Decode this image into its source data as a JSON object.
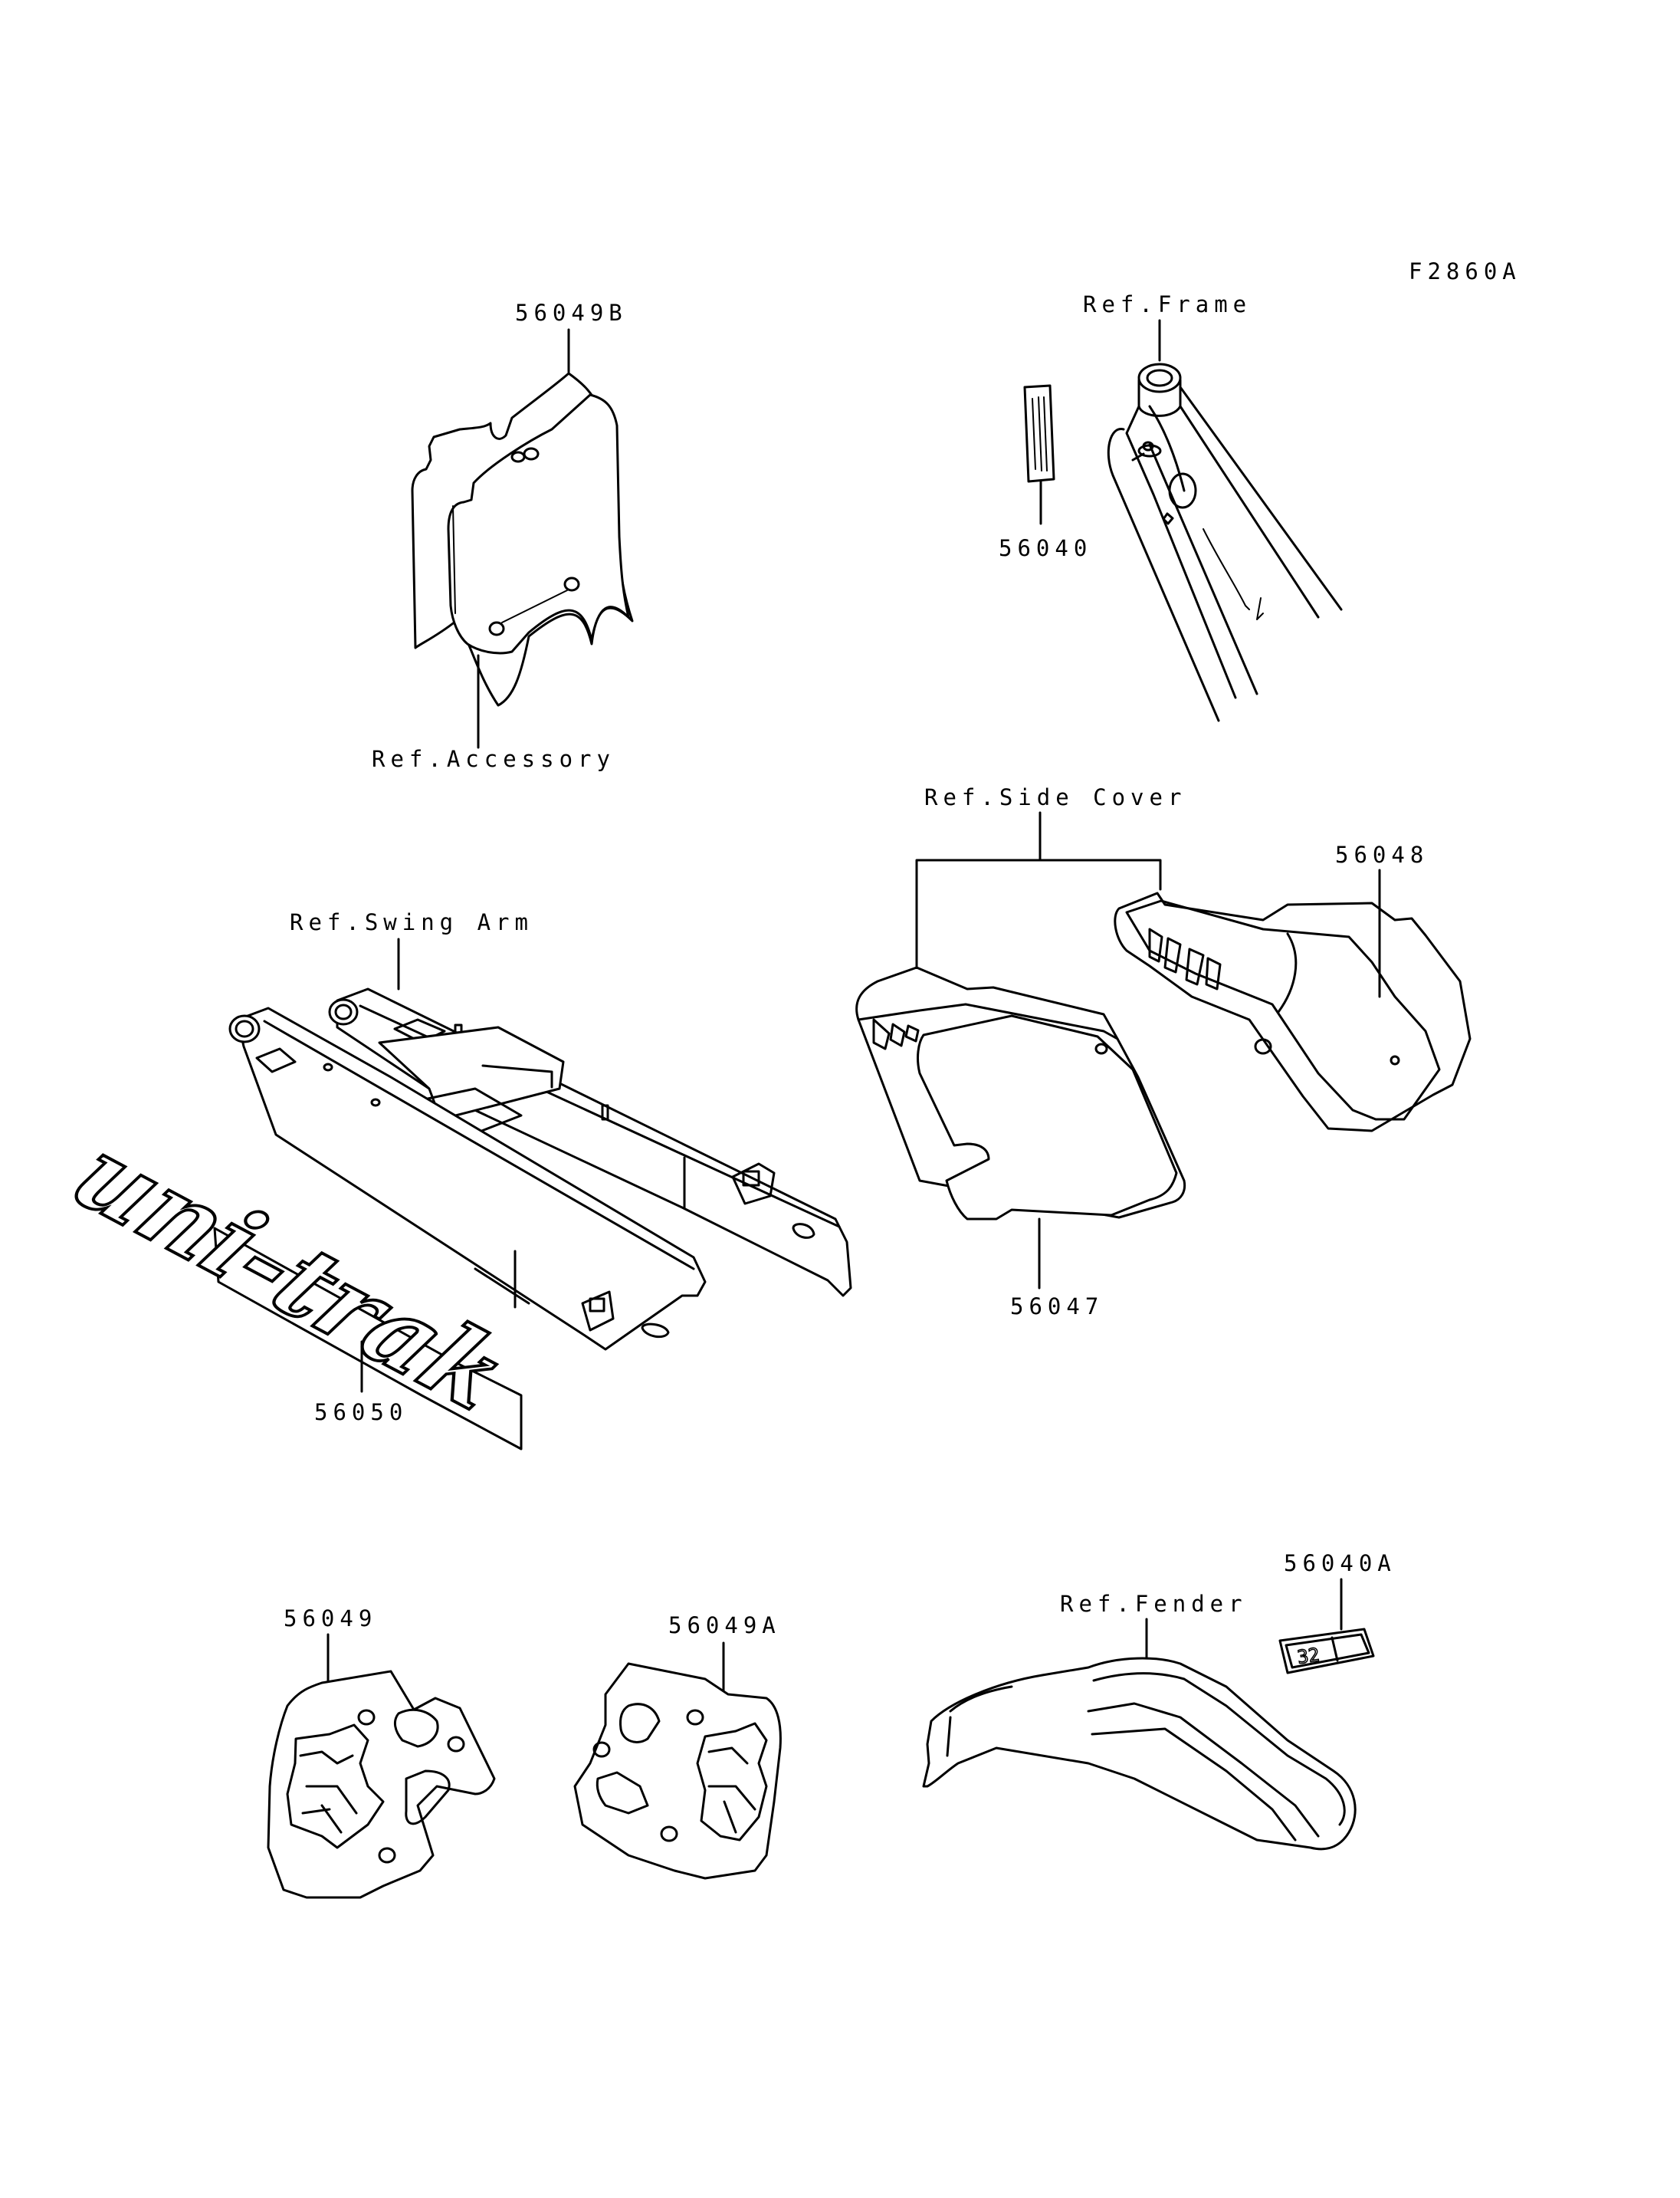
{
  "figure_code": "F2860A",
  "labels": {
    "p56049b": "56049B",
    "ref_accessory": "Ref.Accessory",
    "ref_frame": "Ref.Frame",
    "p56040": "56040",
    "ref_side_cover": "Ref.Side Cover",
    "p56048": "56048",
    "p56047": "56047",
    "ref_swing_arm": "Ref.Swing Arm",
    "p56050": "56050",
    "p56049": "56049",
    "p56049a": "56049A",
    "ref_fender": "Ref.Fender",
    "p56040a": "56040A"
  },
  "decal_text": {
    "unitrak": "uni-trak",
    "tag": "32"
  }
}
